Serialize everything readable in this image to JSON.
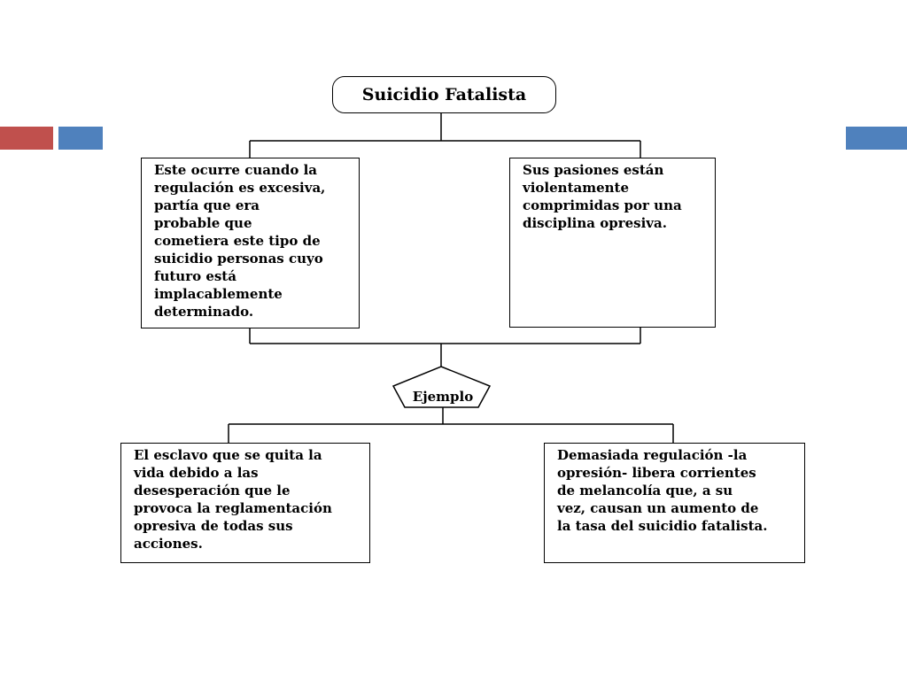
{
  "colors": {
    "accent_red": "#c0504d",
    "accent_blue": "#4f81bd",
    "line": "#000000"
  },
  "diagram": {
    "title": "Suicidio Fatalista",
    "nodes": {
      "left_definition": "Este ocurre cuando la\nregulación es excesiva,\npartía que era\nprobable que\ncometiera este tipo de\nsuicidio personas cuyo\nfuturo está\nimplacablemente\ndeterminado.",
      "right_definition": "Sus pasiones están\nviolentamente\ncomprimidas por una\ndisciplina opresiva.",
      "example_connector": "Ejemplo",
      "left_example": "El esclavo que se quita la\nvida debido a las\ndesesperación que le\nprovoca la reglamentación\nopresiva de todas sus\nacciones.",
      "right_example": "Demasiada regulación -la\nopresión- libera corrientes\nde melancolía que, a su\nvez, causan un aumento de\nla tasa del suicidio fatalista."
    }
  }
}
